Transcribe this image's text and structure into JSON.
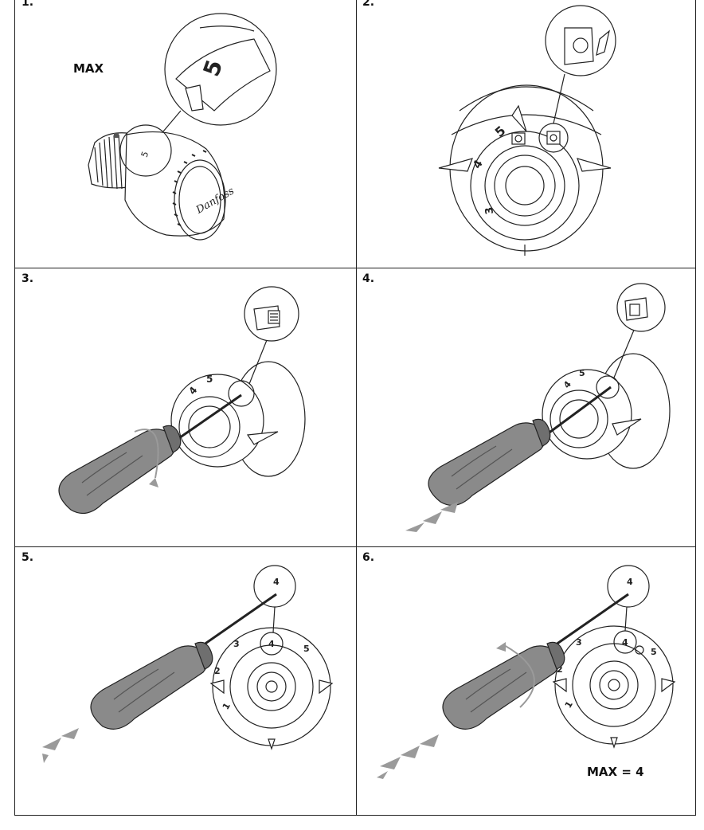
{
  "steps": [
    {
      "number": "1.",
      "label": "MAX"
    },
    {
      "number": "2."
    },
    {
      "number": "3."
    },
    {
      "number": "4."
    },
    {
      "number": "5."
    },
    {
      "number": "6.",
      "label": "MAX = 4"
    }
  ],
  "dial": {
    "brand_script": "Danfoss",
    "marks": [
      "1",
      "2",
      "3",
      "4",
      "5"
    ]
  },
  "colors": {
    "line": "#222222",
    "handle": "#8a8a8a",
    "handle_dark": "#6f6f6f",
    "arrow": "#9a9a9a"
  }
}
